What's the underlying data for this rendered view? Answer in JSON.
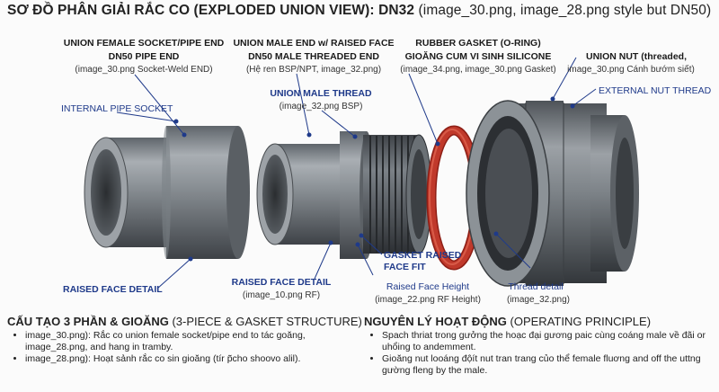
{
  "title": {
    "bold": "SƠ ĐỒ PHÂN GIẢI RẮC CO (EXPLODED UNION VIEW): DN32",
    "normal": " (image_30.png, image_28.png style but DN50)"
  },
  "labels": {
    "female_socket": {
      "heading": "UNION FEMALE SOCKET/PIPE END",
      "sub": "DN50 PIPE END",
      "note": "(image_30.png Socket-Weld END)"
    },
    "male_end": {
      "heading": "UNION MALE END w/ RAISED FACE",
      "sub": "DN50 MALE THREADED END",
      "note": "(Hệ ren BSP/NPT, image_32.png)"
    },
    "gasket": {
      "heading": "RUBBER GASKET (O-RING)",
      "sub": "GIOĂNG CUM VI SINH SILICONE",
      "note": "(image_34.png, image_30.png Gasket)"
    },
    "union_nut": {
      "heading": "UNION NUT (threaded,",
      "note": "image_30.png Cánh bướm siết)"
    },
    "male_thread": {
      "heading": "UNION MALE THREAD",
      "note": "(image_32.png BSP)"
    },
    "internal_socket": "INTERNAL PIPE SOCKET",
    "external_thread": "EXTERNAL NUT THREAD",
    "raised_face_left": "RAISED FACE DETAIL",
    "raised_face_mid": {
      "heading": "RAISED FACE DETAIL",
      "note": "(image_10.png RF)"
    },
    "gasket_raised": {
      "line1": "GASKET RAISED",
      "line2": "FACE FIT"
    },
    "raised_height": {
      "heading": "Raised Face Height",
      "note": "(image_22.png RF Height)"
    },
    "thread_detail": {
      "heading": "Thread detail",
      "note": "(image_32.png)"
    }
  },
  "structure": {
    "heading_bold": "CẤU TẠO 3 PHẦN & GIOĂNG",
    "heading_normal": " (3-PIECE & GASKET STRUCTURE)",
    "items": [
      "image_30.png): Rắc co union female socket/pipe end to tác goăng, image_28.png, and hang in tramby.",
      "image_28.png): Hoạt sảnh rắc co sin gioăng (tír p̃cho shoovo alil)."
    ]
  },
  "principle": {
    "heading_bold": "NGUYÊN LÝ HOẠT ĐỘNG",
    "heading_normal": " (OPERATING PRINCIPLE)",
    "items": [
      "Spach thriat trong gưởng the hoạc đại gương paic cùng coáng male về đãi or uhổing to andemment.",
      "Gioăng nut looáng độít nut tran trang củo thể female fluơng and off the uttng gường fleng by the male."
    ]
  },
  "colors": {
    "pvc_light": "#9aa0a6",
    "pvc_mid": "#6f757b",
    "pvc_dark": "#3a3e43",
    "gasket_red": "#c0392b",
    "leader": "#1f3a8a"
  }
}
